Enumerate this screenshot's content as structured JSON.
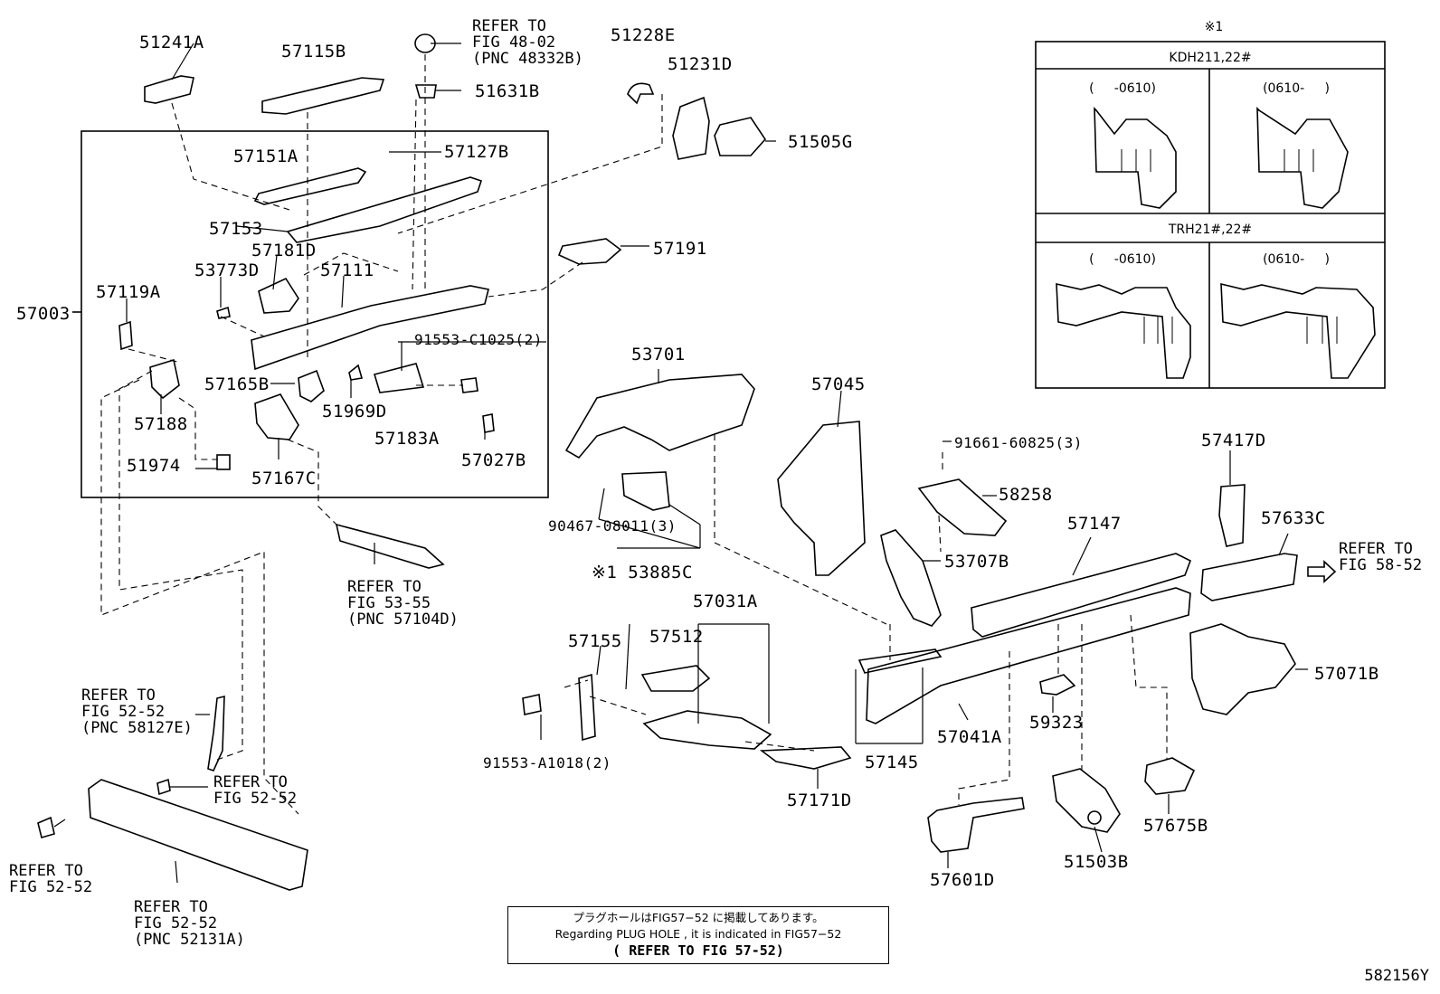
{
  "labels": {
    "p51241A": "51241A",
    "p57115B": "57115B",
    "p51631B": "51631B",
    "p51228E": "51228E",
    "p51231D": "51231D",
    "p51505G": "51505G",
    "p57151A": "57151A",
    "p57127B": "57127B",
    "p57153": "57153",
    "p57181D": "57181D",
    "p53773D": "53773D",
    "p57111": "57111",
    "p57191": "57191",
    "p57003": "57003",
    "p57119A": "57119A",
    "p91553C1025": "91553-C1025(2)",
    "p57165B": "57165B",
    "p51969D": "51969D",
    "p57183A": "57183A",
    "p57188": "57188",
    "p51974": "51974",
    "p57167C": "57167C",
    "p57027B": "57027B",
    "p53701": "53701",
    "p57045": "57045",
    "p9166160825": "91661-60825(3)",
    "p57417D": "57417D",
    "p58258": "58258",
    "p57147": "57147",
    "p57633C": "57633C",
    "p9046708011": "90467-08011(3)",
    "p53885C": "※1 53885C",
    "p53707B": "53707B",
    "p57031A": "57031A",
    "p57155": "57155",
    "p57512": "57512",
    "p57071B": "57071B",
    "p59323": "59323",
    "p57041A": "57041A",
    "p91553A1018": "91553-A1018(2)",
    "p57145": "57145",
    "p57171D": "57171D",
    "p57675B": "57675B",
    "p51503B": "51503B",
    "p57601D": "57601D"
  },
  "refs": {
    "fig48": "REFER TO\nFIG 48-02\n(PNC 48332B)",
    "fig5355": "REFER TO\nFIG 53-55\n(PNC 57104D)",
    "fig5852": "REFER TO\nFIG 58-52",
    "fig5252a": "REFER TO\nFIG 52-52\n(PNC 58127E)",
    "fig5252b": "REFER TO\nFIG 52-52",
    "fig5252c": "REFER TO\nFIG 52-52",
    "fig5252d": "REFER TO\nFIG 52-52\n(PNC 52131A)"
  },
  "inset": {
    "marker": "※1",
    "model1": "KDH211,22#",
    "model2": "TRH21#,22#",
    "range_before": "(     -0610)",
    "range_after": "(0610-     )"
  },
  "note": {
    "line1": "プラグホールはFIG57−52 に掲載してあります。",
    "line2": "Regarding PLUG HOLE , it is indicated in FIG57−52",
    "line3": "( REFER TO FIG 57-52)"
  },
  "figure_number": "582156Y"
}
